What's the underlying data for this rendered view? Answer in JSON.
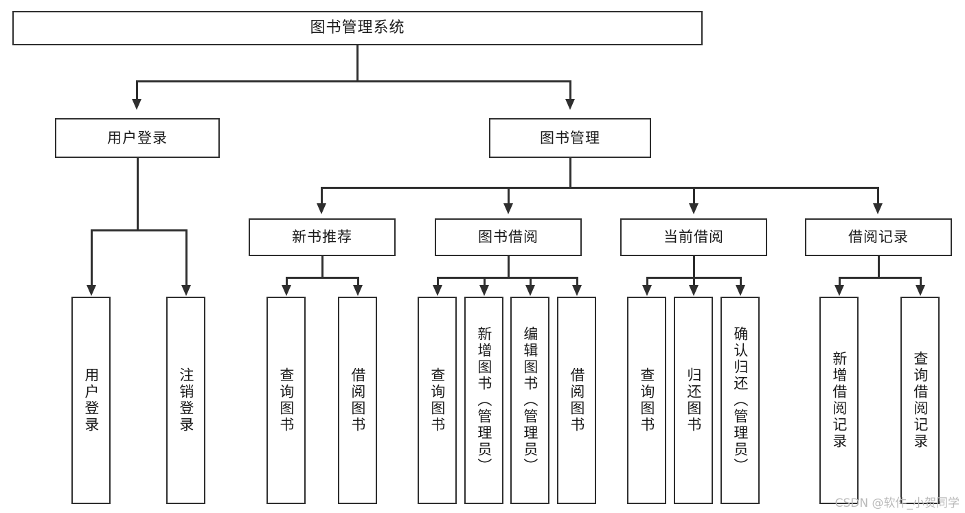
{
  "diagram": {
    "title": "图书管理系统",
    "type": "hierarchy-tree",
    "watermark": "CSDN @软件_小贺同学",
    "colors": {
      "box_border": "#2f2f2f",
      "box_fill": "#ffffff",
      "connector": "#2f2f2f",
      "watermark": "#b9b9b9",
      "background": "#ffffff"
    },
    "levels": {
      "root": {
        "label": "图书管理系统"
      },
      "level2": [
        {
          "id": "user-login",
          "label": "用户登录"
        },
        {
          "id": "book-management",
          "label": "图书管理"
        }
      ],
      "level3": [
        {
          "id": "new-book-recommend",
          "label": "新书推荐"
        },
        {
          "id": "book-borrow",
          "label": "图书借阅"
        },
        {
          "id": "current-borrow",
          "label": "当前借阅"
        },
        {
          "id": "borrow-record",
          "label": "借阅记录"
        }
      ],
      "leaves": {
        "user_login": [
          {
            "id": "leaf-user-login",
            "label": "用户登录"
          },
          {
            "id": "leaf-logout",
            "label": "注销登录"
          }
        ],
        "new_book_recommend": [
          {
            "id": "leaf-query-book-1",
            "label": "查询图书"
          },
          {
            "id": "leaf-borrow-book-1",
            "label": "借阅图书"
          }
        ],
        "book_borrow": [
          {
            "id": "leaf-query-book-2",
            "label": "查询图书"
          },
          {
            "id": "leaf-add-book",
            "label": "新增图书（管理员）"
          },
          {
            "id": "leaf-edit-book",
            "label": "编辑图书（管理员）"
          },
          {
            "id": "leaf-borrow-book-2",
            "label": "借阅图书"
          }
        ],
        "current_borrow": [
          {
            "id": "leaf-query-book-3",
            "label": "查询图书"
          },
          {
            "id": "leaf-return-book",
            "label": "归还图书"
          },
          {
            "id": "leaf-confirm-return",
            "label": "确认归还（管理员）"
          }
        ],
        "borrow_record": [
          {
            "id": "leaf-add-record",
            "label": "新增借阅记录"
          },
          {
            "id": "leaf-query-record",
            "label": "查询借阅记录"
          }
        ]
      }
    }
  }
}
